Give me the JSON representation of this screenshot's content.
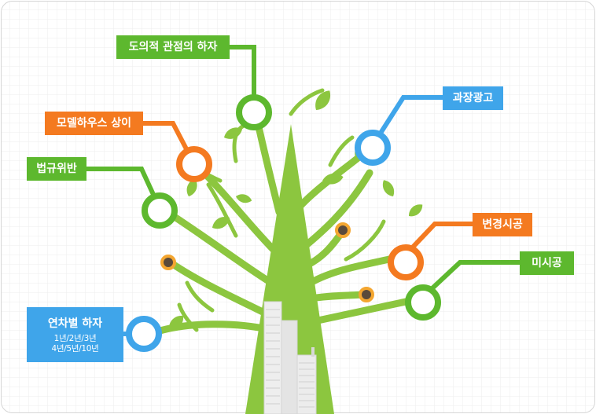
{
  "labels": {
    "moral_view": "도의적 관점의 하자",
    "model_house": "모델하우스 상이",
    "exaggerated_ad": "과장광고",
    "law_violation": "법규위반",
    "change_construction": "변경시공",
    "non_construction": "미시공",
    "yearly_defect": {
      "title": "연차별 하자",
      "line1": "1년/2년/3년",
      "line2": "4년/5년/10년"
    }
  },
  "colors": {
    "green": "#5db82e",
    "orange": "#f47a20",
    "blue": "#3fa5ea",
    "tree_green": "#8cc63f",
    "leaf_green": "#8cc63f",
    "small_node_orange": "#f4a630",
    "small_node_center": "#5a4a3a",
    "building": "#e8e8e8",
    "grid_line": "#eeeeee",
    "frame_border": "#d6d6d6"
  },
  "icons": [
    "leaf-icon",
    "building-icon",
    "node-ring-icon"
  ]
}
